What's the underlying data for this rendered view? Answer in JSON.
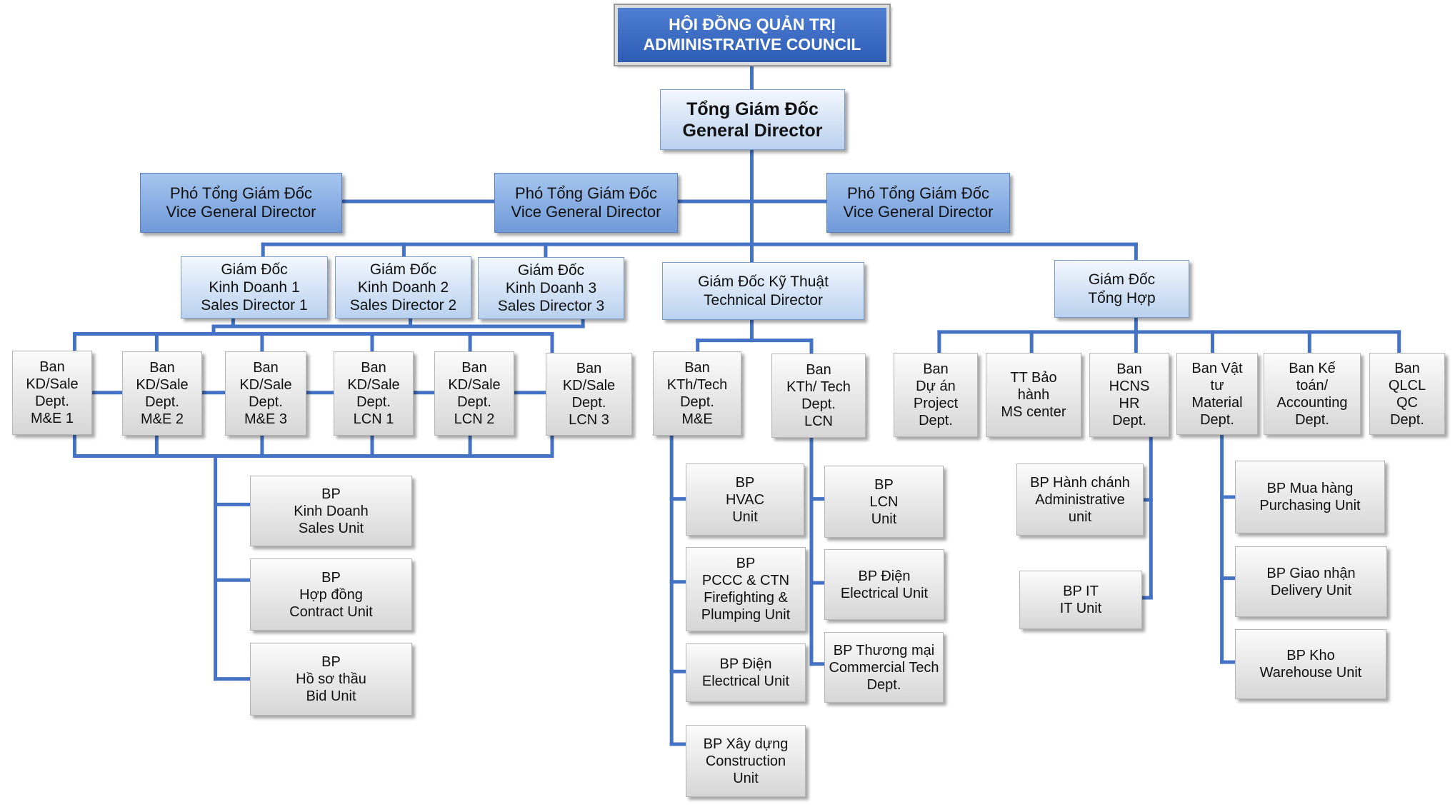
{
  "colors": {
    "connector": "#4472c4",
    "council_fill": "#3a68c0"
  },
  "nodes": {
    "council": {
      "l1": "HỘI ĐỒNG QUẢN TRỊ",
      "l2": "ADMINISTRATIVE COUNCIL"
    },
    "gd": {
      "l1": "Tổng Giám Đốc",
      "l2": "General Director"
    },
    "vgd1": {
      "l1": "Phó Tổng Giám Đốc",
      "l2": "Vice General Director"
    },
    "vgd2": {
      "l1": "Phó Tổng Giám Đốc",
      "l2": "Vice General Director"
    },
    "vgd3": {
      "l1": "Phó Tổng Giám Đốc",
      "l2": "Vice General Director"
    },
    "sd1": {
      "l1": "Giám Đốc",
      "l2": "Kinh Doanh 1",
      "l3": "Sales Director 1"
    },
    "sd2": {
      "l1": "Giám Đốc",
      "l2": "Kinh Doanh 2",
      "l3": "Sales Director 2"
    },
    "sd3": {
      "l1": "Giám Đốc",
      "l2": "Kinh Doanh 3",
      "l3": "Sales Director 3"
    },
    "td": {
      "l1": "Giám Đốc Kỹ Thuật",
      "l2": "Technical Director"
    },
    "ad": {
      "l1": "Giám Đốc",
      "l2": "Tổng Hợp"
    },
    "me1": {
      "l1": "Ban",
      "l2": "KD/Sale",
      "l3": "Dept.",
      "l4": "M&E 1"
    },
    "me2": {
      "l1": "Ban",
      "l2": "KD/Sale",
      "l3": "Dept.",
      "l4": "M&E 2"
    },
    "me3": {
      "l1": "Ban",
      "l2": "KD/Sale",
      "l3": "Dept.",
      "l4": "M&E 3"
    },
    "lcn1": {
      "l1": "Ban",
      "l2": "KD/Sale",
      "l3": "Dept.",
      "l4": "LCN 1"
    },
    "lcn2": {
      "l1": "Ban",
      "l2": "KD/Sale",
      "l3": "Dept.",
      "l4": "LCN 2"
    },
    "lcn3": {
      "l1": "Ban",
      "l2": "KD/Sale",
      "l3": "Dept.",
      "l4": "LCN 3"
    },
    "sales": {
      "l1": "BP",
      "l2": "Kinh Doanh",
      "l3": "Sales Unit"
    },
    "contract": {
      "l1": "BP",
      "l2": "Hợp đồng",
      "l3": "Contract Unit"
    },
    "bid": {
      "l1": "BP",
      "l2": "Hồ sơ thầu",
      "l3": "Bid Unit"
    },
    "techme": {
      "l1": "Ban",
      "l2": "KTh/Tech",
      "l3": "Dept.",
      "l4": "M&E"
    },
    "techlcn": {
      "l1": "Ban",
      "l2": "KTh/ Tech",
      "l3": "Dept.",
      "l4": "LCN"
    },
    "hvac": {
      "l1": "BP",
      "l2": "HVAC",
      "l3": "Unit"
    },
    "pccc": {
      "l1": "BP",
      "l2": "PCCC & CTN",
      "l3": "Firefighting &",
      "l4": "Plumping Unit"
    },
    "elec1": {
      "l1": "BP Điện",
      "l2": "Electrical Unit"
    },
    "constr": {
      "l1": "BP Xây dựng",
      "l2": "Construction",
      "l3": "Unit"
    },
    "lcnunit": {
      "l1": "BP",
      "l2": "LCN",
      "l3": "Unit"
    },
    "elec2": {
      "l1": "BP Điện",
      "l2": "Electrical Unit"
    },
    "commtech": {
      "l1": "BP Thương mại",
      "l2": "Commercial Tech",
      "l3": "Dept."
    },
    "project": {
      "l1": "Ban",
      "l2": "Dự án",
      "l3": "Project",
      "l4": "Dept."
    },
    "mscenter": {
      "l1": "TT Bảo",
      "l2": "hành",
      "l3": "MS center"
    },
    "hr": {
      "l1": "Ban",
      "l2": "HCNS",
      "l3": "HR",
      "l4": "Dept."
    },
    "material": {
      "l1": "Ban Vật",
      "l2": "tư",
      "l3": "Material",
      "l4": "Dept."
    },
    "accounting": {
      "l1": "Ban Kế",
      "l2": "toán/",
      "l3": "Accounting",
      "l4": "Dept."
    },
    "qc": {
      "l1": "Ban",
      "l2": "QLCL",
      "l3": "QC",
      "l4": "Dept."
    },
    "admin": {
      "l1": "BP Hành chánh",
      "l2": "Administrative",
      "l3": "unit"
    },
    "it": {
      "l1": "BP IT",
      "l2": "IT Unit"
    },
    "purch": {
      "l1": "BP Mua hàng",
      "l2": "Purchasing Unit"
    },
    "delivery": {
      "l1": "BP Giao nhận",
      "l2": "Delivery Unit"
    },
    "warehouse": {
      "l1": "BP Kho",
      "l2": "Warehouse Unit"
    }
  }
}
